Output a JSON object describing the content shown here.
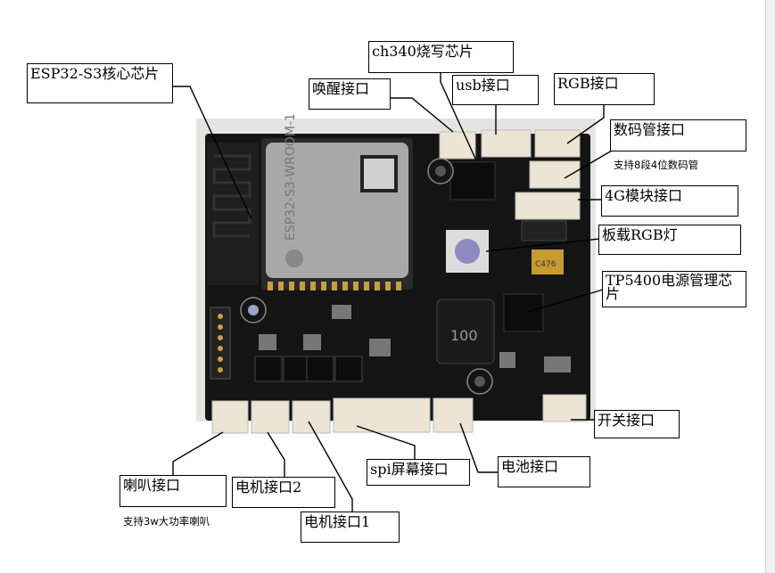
{
  "labels": {
    "esp32": "ESP32-S3核心芯片",
    "ch340": "ch340烧写芯片",
    "wake": "唤醒接口",
    "usb": "usb接口",
    "rgb_port": "RGB接口",
    "segment_port": "数码管接口",
    "segment_note": "支持8段4位数码管",
    "module_4g": "4G模块接口",
    "onboard_rgb": "板载RGB灯",
    "tp5400_line1": "TP5400电源管理芯",
    "tp5400_line2": "片",
    "switch_port": "开关接口",
    "speaker_port": "喇叭接口",
    "speaker_note": "支持3w大功率喇叭",
    "motor2": "电机接口2",
    "motor1": "电机接口1",
    "spi_screen": "spi屏幕接口",
    "battery": "电池接口"
  },
  "board": {
    "module_text": "ESP32-S3-WROOM-1",
    "inductor_text": "100",
    "capacitor_text": "C476"
  },
  "colors": {
    "pcb": "#141414",
    "module_shield": "#a8a8a8",
    "connector": "#ece4d4",
    "gold": "#c8a040"
  }
}
